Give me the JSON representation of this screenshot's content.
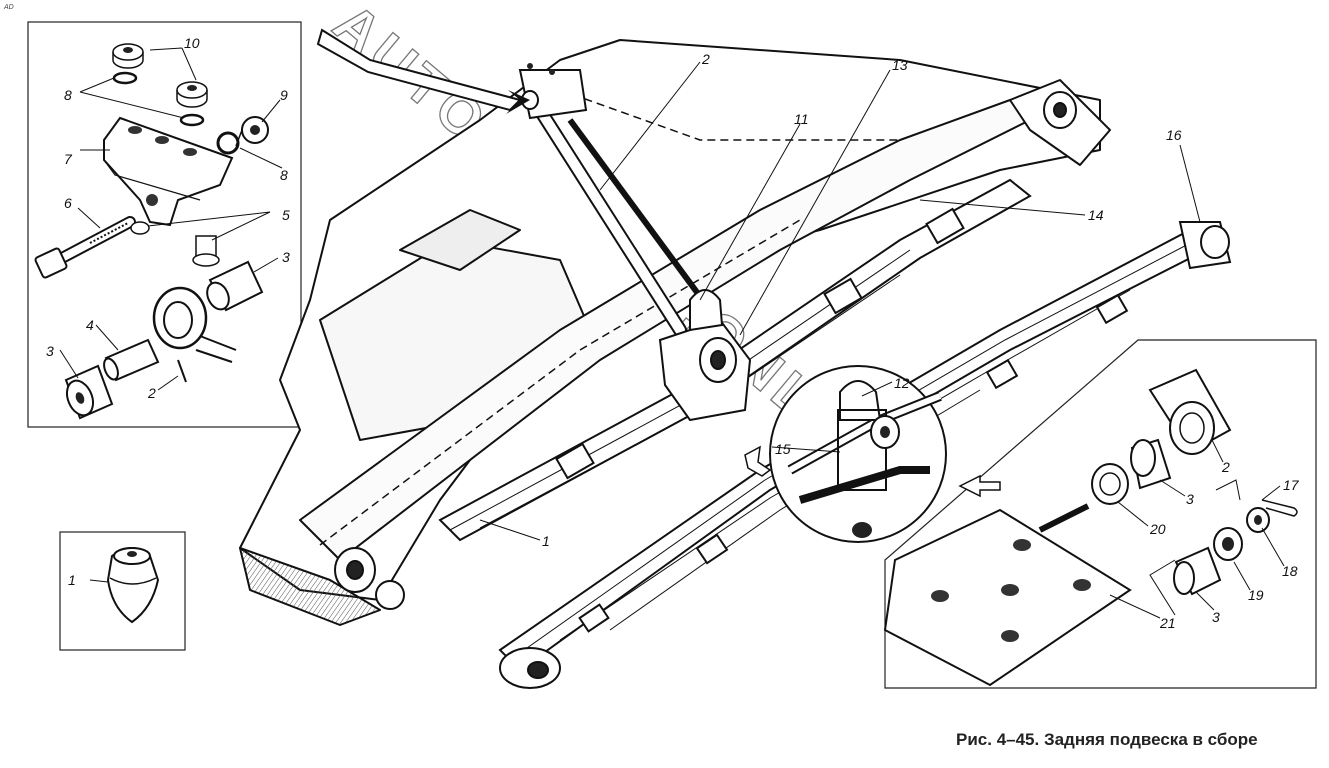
{
  "corner_mark": "AD",
  "caption": "Рис. 4–45. Задняя подвеска в сборе",
  "watermark": "AUTOSKANER.ONLINE",
  "callouts": {
    "n1_inset": "1",
    "n2_det": "2",
    "n3_det_a": "3",
    "n3_det_b": "3",
    "n4": "4",
    "n5": "5",
    "n6": "6",
    "n7": "7",
    "n8_a": "8",
    "n8_b": "8",
    "n9": "9",
    "n10": "10",
    "n2_top": "2",
    "n13": "13",
    "n11": "11",
    "n14": "14",
    "n16": "16",
    "n12": "12",
    "n15": "15",
    "n1_main": "1",
    "n2_right": "2",
    "n3_right_a": "3",
    "n17": "17",
    "n18": "18",
    "n20": "20",
    "n19": "19",
    "n3_right_b": "3",
    "n21": "21"
  }
}
